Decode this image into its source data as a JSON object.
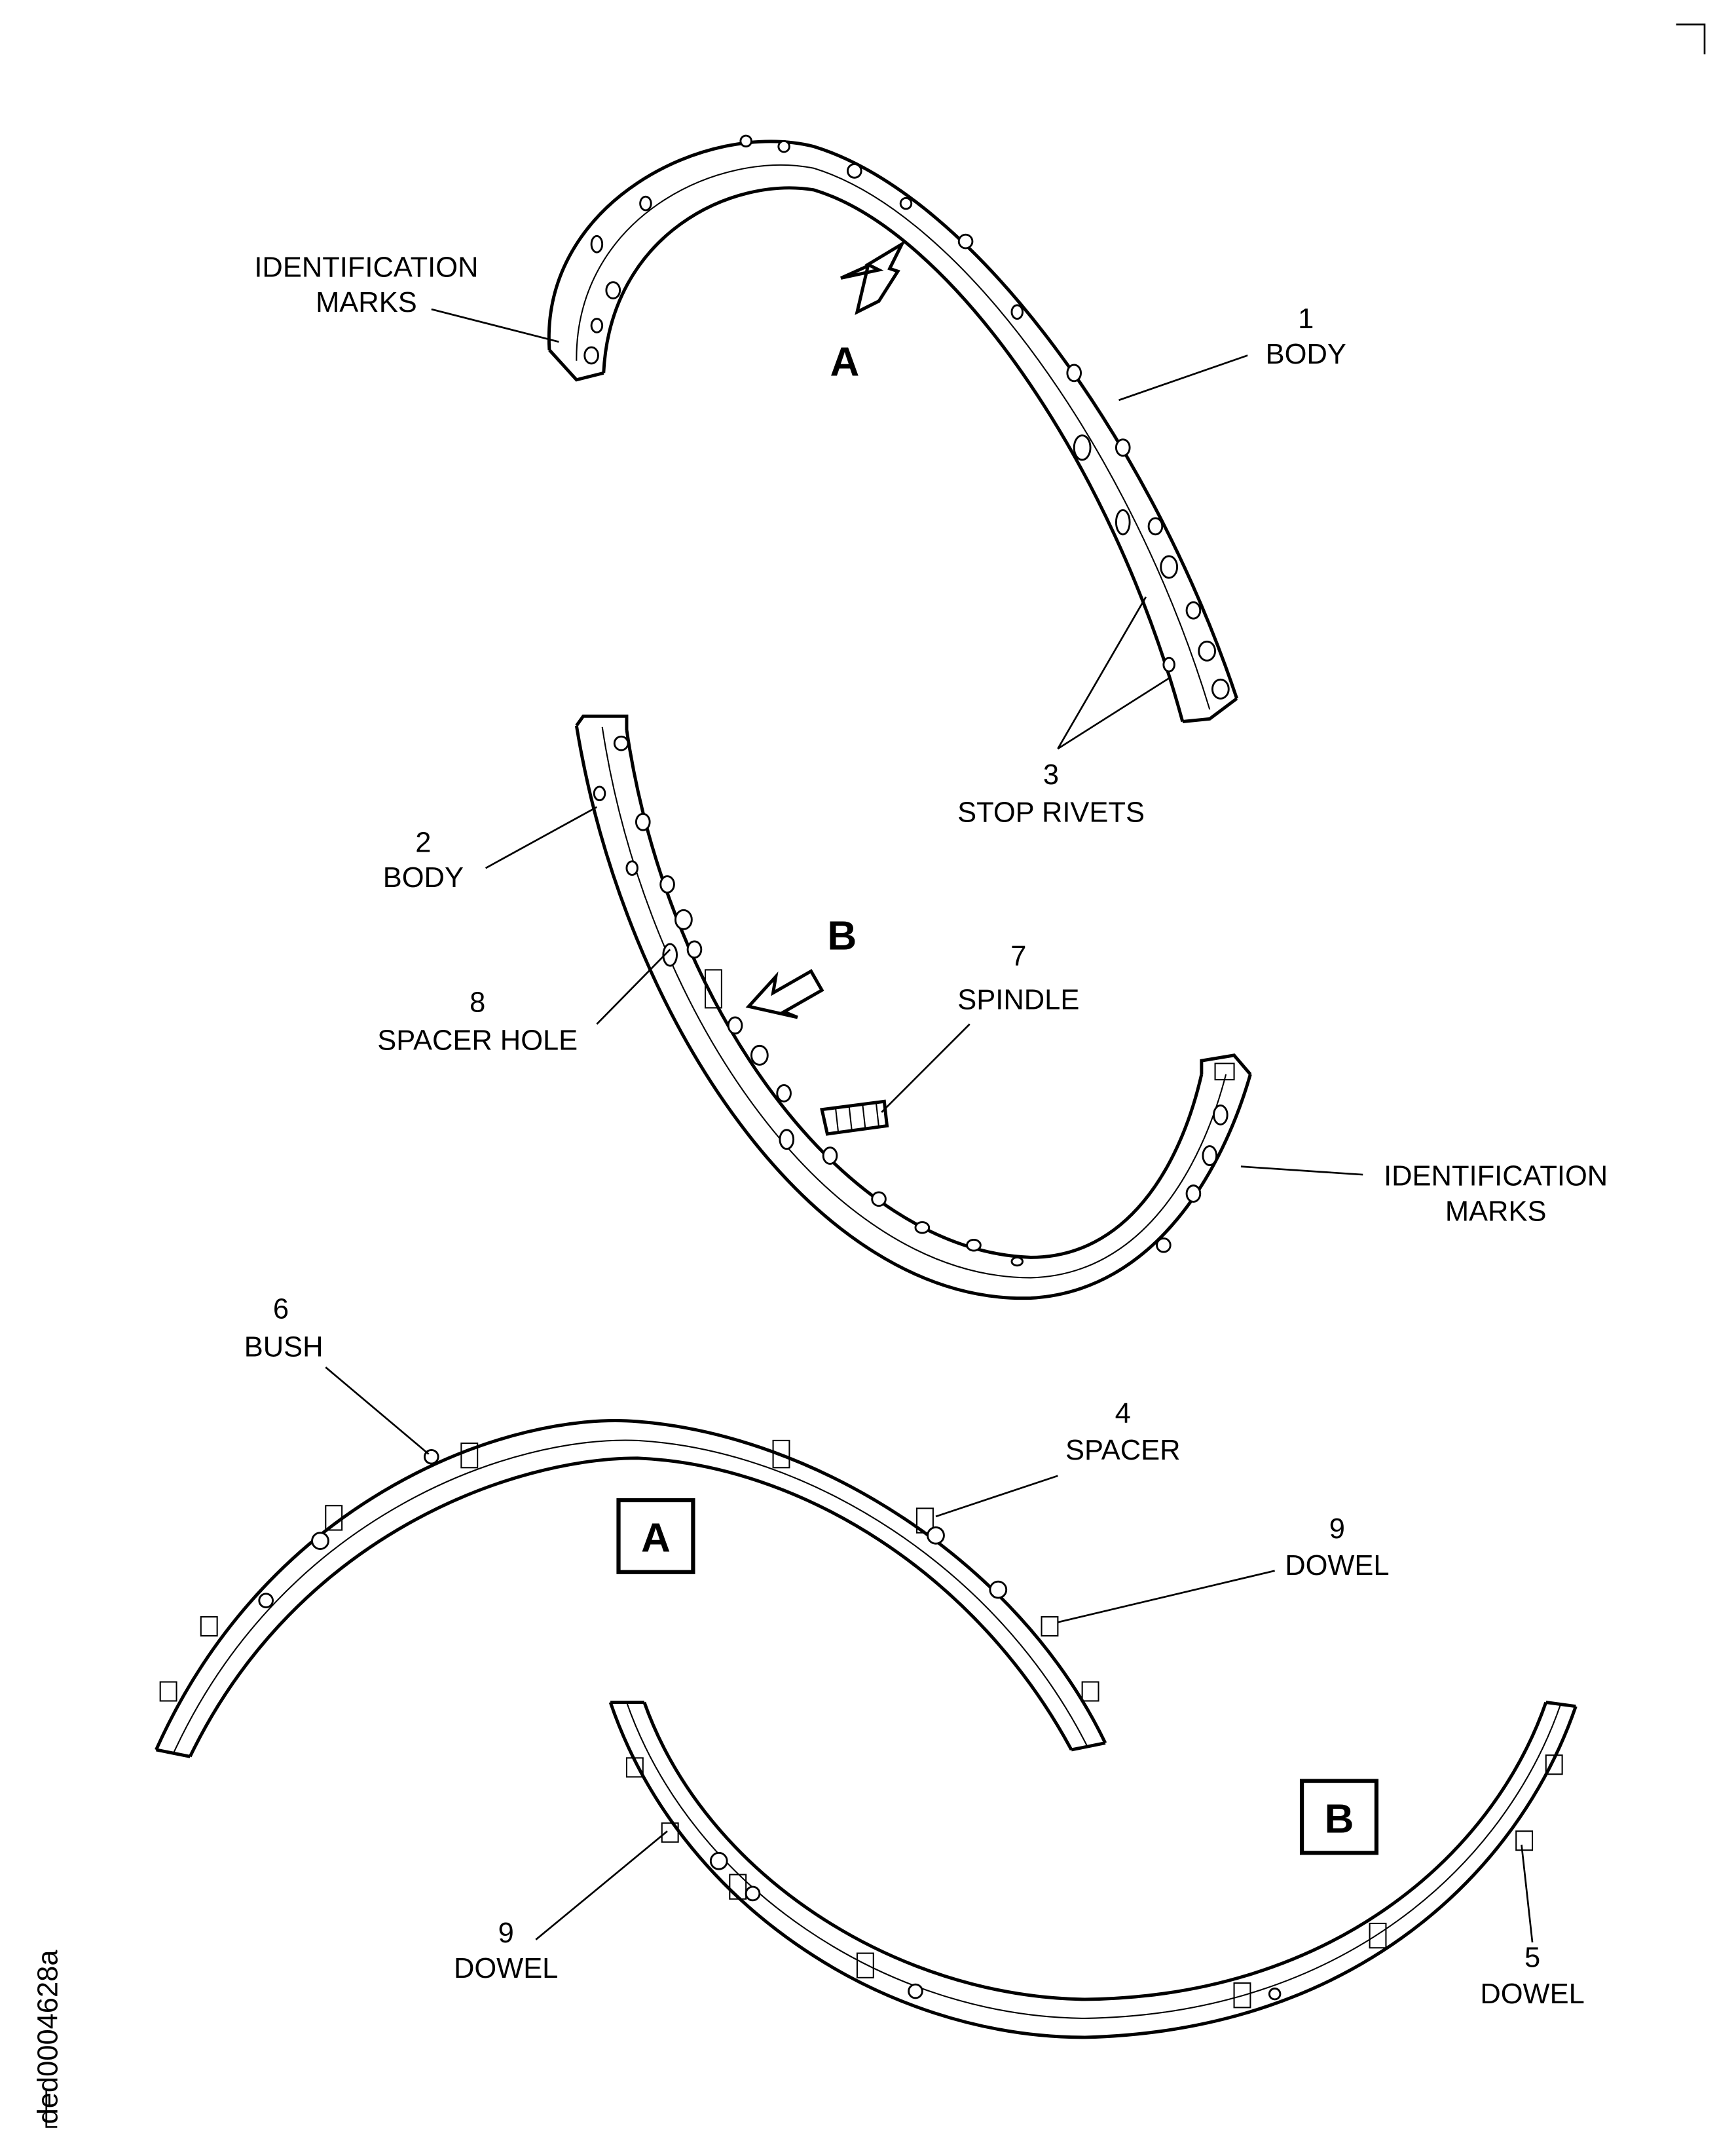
{
  "figure_id": "ded0004628a",
  "labels": {
    "id_marks_top": [
      "IDENTIFICATION",
      "MARKS"
    ],
    "body1": [
      "1",
      "BODY"
    ],
    "stop_rivets": [
      "3",
      "STOP RIVETS"
    ],
    "body2": [
      "2",
      "BODY"
    ],
    "spacer_hole": [
      "8",
      "SPACER HOLE"
    ],
    "spindle": [
      "7",
      "SPINDLE"
    ],
    "id_marks_mid": [
      "IDENTIFICATION",
      "MARKS"
    ],
    "bush": [
      "6",
      "BUSH"
    ],
    "spacer": [
      "4",
      "SPACER"
    ],
    "dowel_a": [
      "9",
      "DOWEL"
    ],
    "dowel_b_left": [
      "9",
      "DOWEL"
    ],
    "dowel_b_right": [
      "5",
      "DOWEL"
    ]
  },
  "view_arrows": {
    "a": "A",
    "b": "B"
  },
  "view_boxes": {
    "a": "A",
    "b": "B"
  }
}
